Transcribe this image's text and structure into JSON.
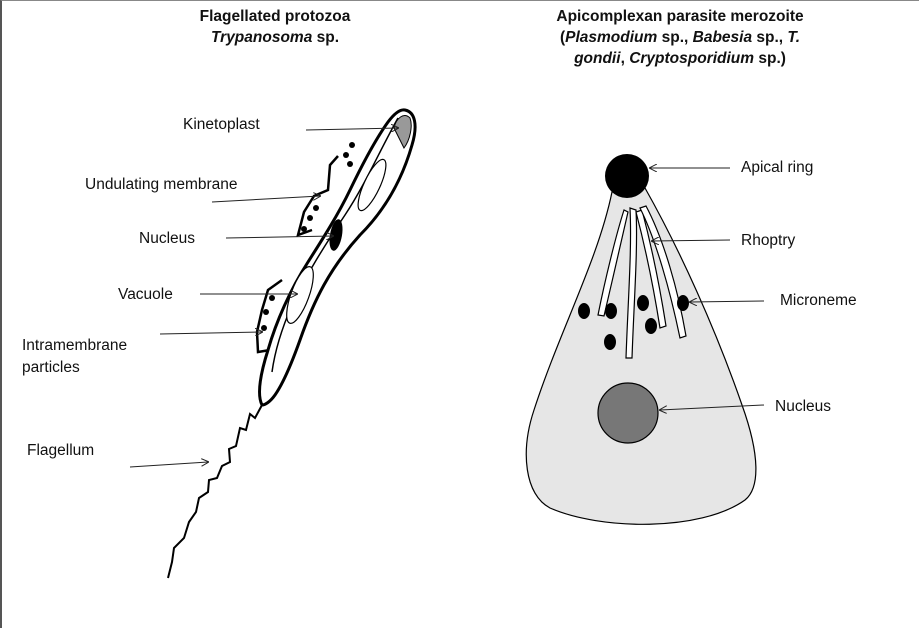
{
  "left_title": {
    "line1": "Flagellated protozoa",
    "line2_italic": "Trypanosoma",
    "line2_rest": " sp."
  },
  "right_title": {
    "line1": "Apicomplexan parasite merozoite",
    "line2_open": "(",
    "plasmodium": "Plasmodium",
    "sp_comma_1": " sp., ",
    "babesia": "Babesia",
    "sp_comma_2": " sp., ",
    "t_dot": "T.",
    "gondii": "gondii",
    "comma": ", ",
    "cryptosporidium": "Cryptosporidium",
    "sp_close": " sp.)"
  },
  "trypanosoma_labels": {
    "kinetoplast": "Kinetoplast",
    "undulating_membrane": "Undulating membrane",
    "nucleus": "Nucleus",
    "vacuole": "Vacuole",
    "intramembrane_1": "Intramembrane",
    "intramembrane_2": "particles",
    "flagellum": "Flagellum"
  },
  "merozoite_labels": {
    "apical_ring": "Apical ring",
    "rhoptry": "Rhoptry",
    "microneme": "Microneme",
    "nucleus": "Nucleus"
  },
  "colors": {
    "cell_fill": "#e6e6e6",
    "dark": "#000000",
    "nucleus_gray": "#777777",
    "kinetoplast_gray": "#999999"
  }
}
